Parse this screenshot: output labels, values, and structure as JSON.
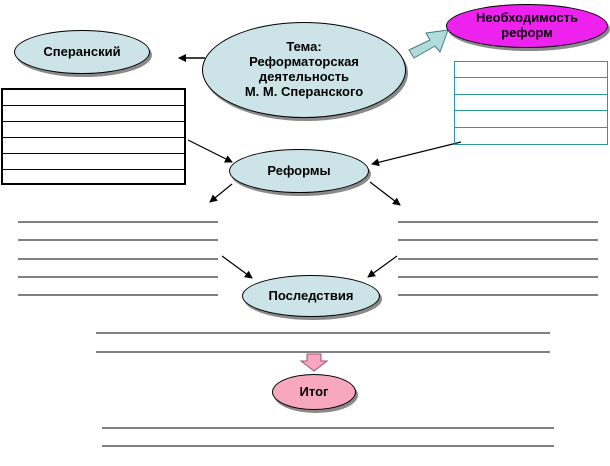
{
  "diagram": {
    "topic": {
      "line1": "Тема:",
      "line2": "Реформаторская",
      "line3": "деятельность",
      "line4": "М. М. Сперанского"
    },
    "speransky": {
      "label": "Сперанский"
    },
    "necessity": {
      "line1": "Необходимость",
      "line2": "реформ"
    },
    "reforms": {
      "label": "Реформы"
    },
    "consequences": {
      "label": "Последствия"
    },
    "result": {
      "label": "Итог"
    }
  },
  "colors": {
    "node_fill": "#cce4e8",
    "necessity_fill": "#ee22ee",
    "result_fill": "#f7a8c0",
    "block_arrow_teal": "#b0dcdc",
    "block_arrow_pink": "#f7a8c0",
    "teal_grid": "#2a9a9a"
  }
}
